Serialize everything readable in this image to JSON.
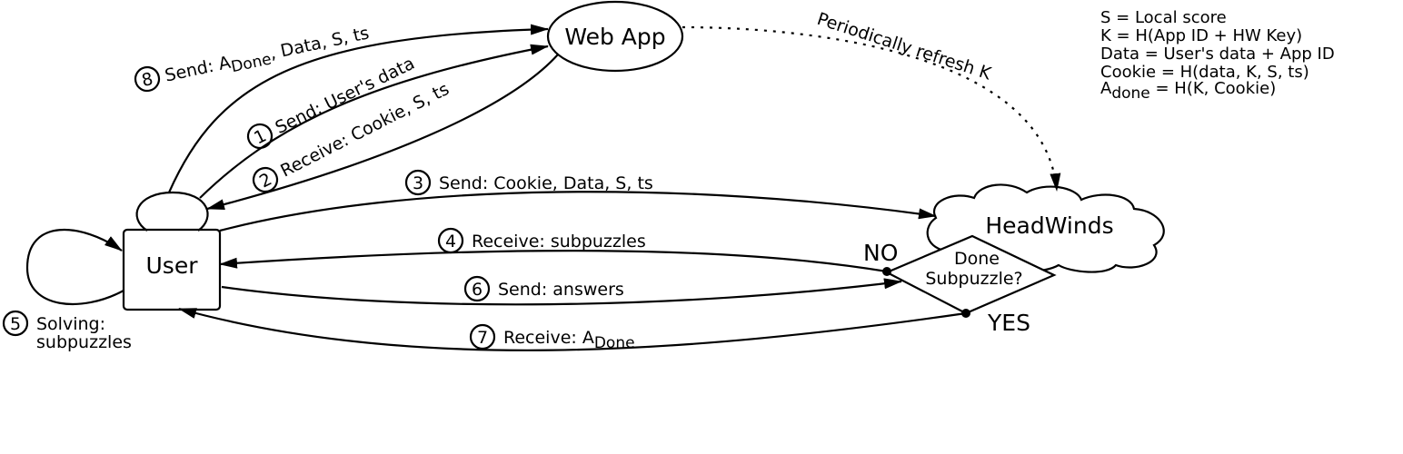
{
  "nodes": {
    "web_app": "Web App",
    "user": "User",
    "headwinds": "HeadWinds",
    "decision_line1": "Done",
    "decision_line2": "Subpuzzle?",
    "no": "NO",
    "yes": "YES"
  },
  "refresh_label": "Periodically refresh K",
  "edges": {
    "e1": {
      "num": "1",
      "text": "Send: User's data"
    },
    "e2": {
      "num": "2",
      "text": "Receive: Cookie, S, ts"
    },
    "e3": {
      "num": "3",
      "text": "Send: Cookie, Data, S, ts"
    },
    "e4": {
      "num": "4",
      "text": "Receive: subpuzzles"
    },
    "e5": {
      "num": "5",
      "text_line1": "Solving:",
      "text_line2": "subpuzzles"
    },
    "e6": {
      "num": "6",
      "text": "Send: answers"
    },
    "e7": {
      "num": "7",
      "text": "Receive: A",
      "sub": "Done"
    },
    "e8": {
      "num": "8",
      "text": "Send: A",
      "sub": "Done",
      "text_rest": ", Data, S, ts"
    }
  },
  "legend": {
    "l1": "S = Local score",
    "l2": "K = H(App ID + HW Key)",
    "l3": "Data = User's data + App ID",
    "l4": "Cookie = H(data, K, S, ts)",
    "l5_main": "A",
    "l5_sub": "done",
    "l5_rest": "  = H(K, Cookie)"
  }
}
